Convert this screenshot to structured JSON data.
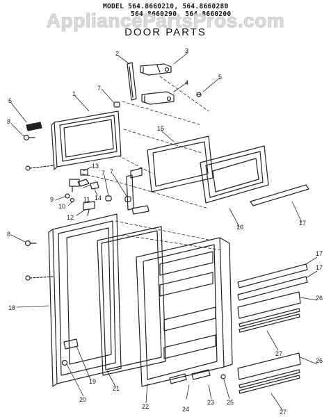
{
  "header": {
    "model_line_1": "MODEL  564.8660210, 564.8660280",
    "model_line_2": "564.8660290, 564.8660200",
    "title": "DOOR  PARTS",
    "watermark": "AppliancePartsPros.com"
  },
  "callouts": [
    {
      "id": "c1",
      "text": "1"
    },
    {
      "id": "c2",
      "text": "2"
    },
    {
      "id": "c3",
      "text": "3"
    },
    {
      "id": "c4",
      "text": "4"
    },
    {
      "id": "c5",
      "text": "5"
    },
    {
      "id": "c6",
      "text": "6"
    },
    {
      "id": "c7a",
      "text": "7"
    },
    {
      "id": "c7b",
      "text": "7"
    },
    {
      "id": "c7c",
      "text": "7"
    },
    {
      "id": "c8a",
      "text": "8"
    },
    {
      "id": "c8b",
      "text": "8"
    },
    {
      "id": "c9",
      "text": "9"
    },
    {
      "id": "c10",
      "text": "10"
    },
    {
      "id": "c11",
      "text": "11"
    },
    {
      "id": "c12",
      "text": "12"
    },
    {
      "id": "c13",
      "text": "13"
    },
    {
      "id": "c14",
      "text": "14"
    },
    {
      "id": "c15",
      "text": "15"
    },
    {
      "id": "c16",
      "text": "16"
    },
    {
      "id": "c17a",
      "text": "17"
    },
    {
      "id": "c17b",
      "text": "17"
    },
    {
      "id": "c17c",
      "text": "17"
    },
    {
      "id": "c18",
      "text": "18"
    },
    {
      "id": "c19",
      "text": "19"
    },
    {
      "id": "c20",
      "text": "20"
    },
    {
      "id": "c21",
      "text": "21"
    },
    {
      "id": "c22",
      "text": "22"
    },
    {
      "id": "c23",
      "text": "23"
    },
    {
      "id": "c24",
      "text": "24"
    },
    {
      "id": "c25",
      "text": "25"
    },
    {
      "id": "c26a",
      "text": "26"
    },
    {
      "id": "c26b",
      "text": "26"
    },
    {
      "id": "c27a",
      "text": "27"
    },
    {
      "id": "c27b",
      "text": "27"
    }
  ],
  "colors": {
    "line": "#222222",
    "watermark": "#d9d9d9",
    "background": "#ffffff"
  }
}
